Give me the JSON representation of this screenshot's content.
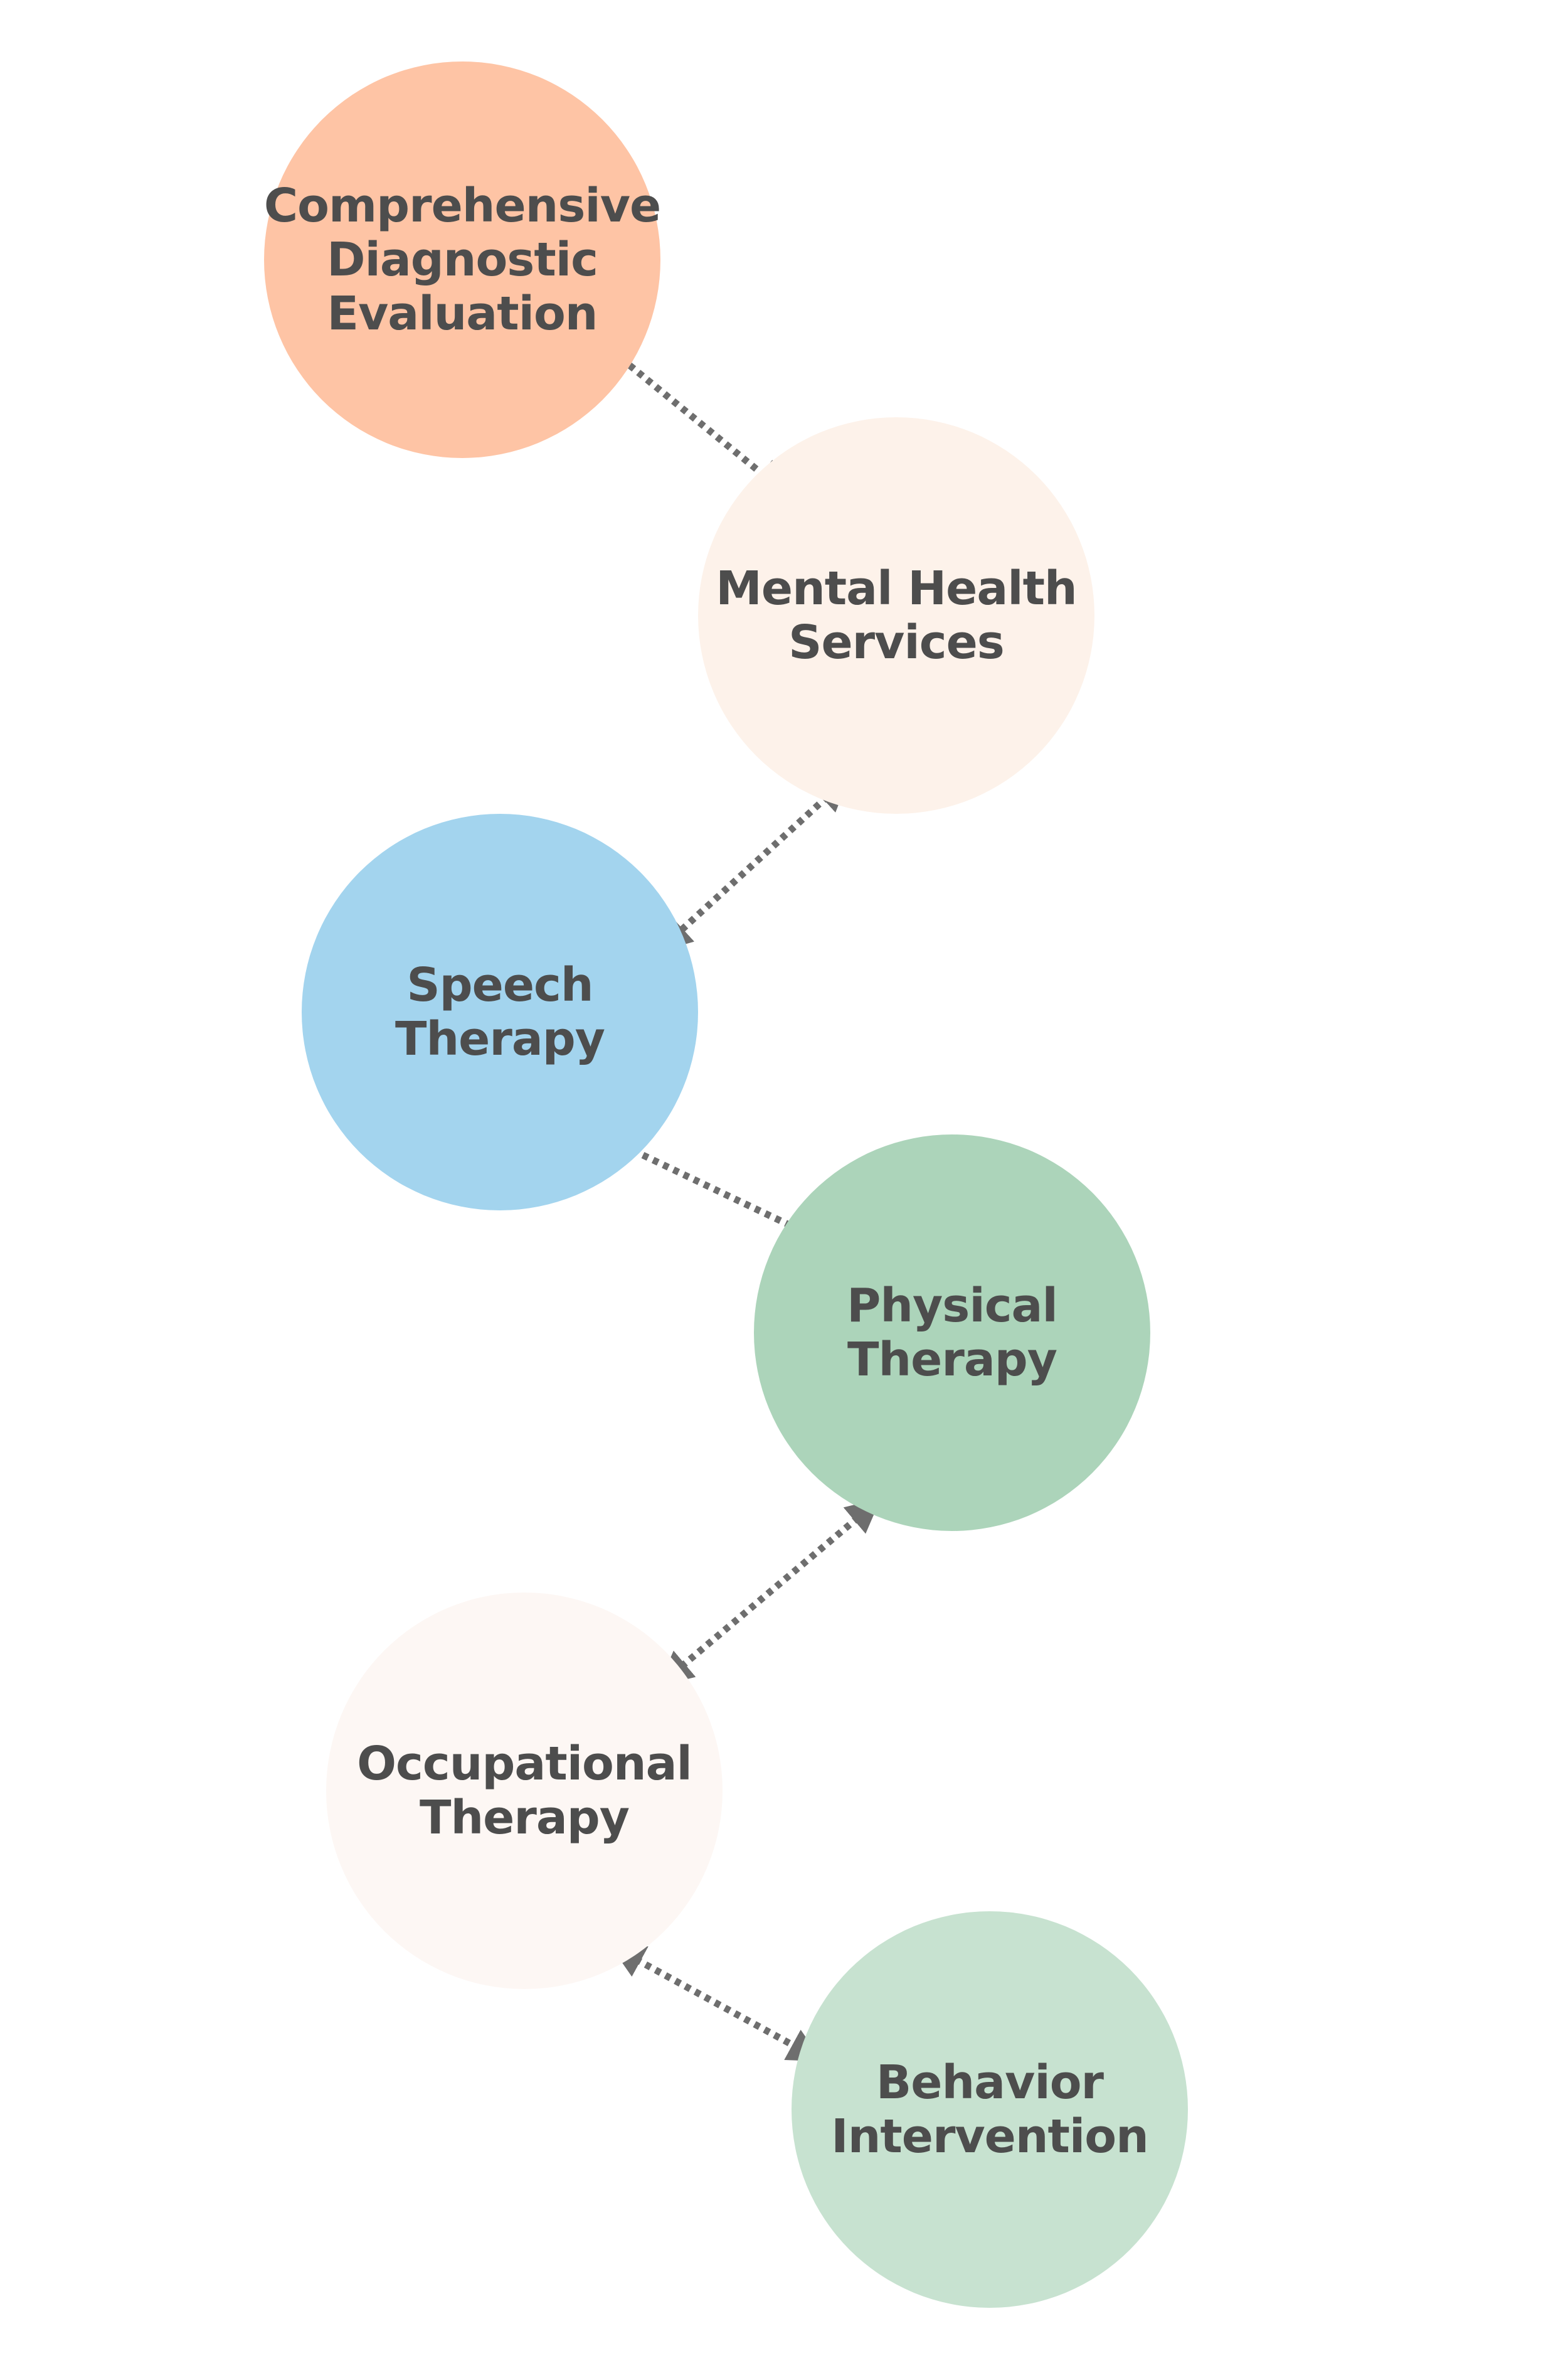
{
  "diagram": {
    "nodes": [
      {
        "id": "comprehensive-diagnostic-evaluation",
        "label": "Comprehensive\nDiagnostic\nEvaluation",
        "color": "#FEC4A5"
      },
      {
        "id": "mental-health-services",
        "label": "Mental Health\nServices",
        "color": "#FDF2EA"
      },
      {
        "id": "speech-therapy",
        "label": "Speech\nTherapy",
        "color": "#A3D4EE"
      },
      {
        "id": "physical-therapy",
        "label": "Physical\nTherapy",
        "color": "#ACD4BA"
      },
      {
        "id": "occupational-therapy",
        "label": "Occupational\nTherapy",
        "color": "#FDF7F4"
      },
      {
        "id": "behavior-intervention",
        "label": "Behavior\nIntervention",
        "color": "#C7E2D0"
      }
    ],
    "connectors": [
      {
        "from": "comprehensive-diagnostic-evaluation",
        "to": "mental-health-services",
        "style": "dotted",
        "arrows": "both"
      },
      {
        "from": "mental-health-services",
        "to": "speech-therapy",
        "style": "dotted",
        "arrows": "both"
      },
      {
        "from": "speech-therapy",
        "to": "physical-therapy",
        "style": "dotted",
        "arrows": "both"
      },
      {
        "from": "physical-therapy",
        "to": "occupational-therapy",
        "style": "dotted",
        "arrows": "both"
      },
      {
        "from": "occupational-therapy",
        "to": "behavior-intervention",
        "style": "dotted",
        "arrows": "both"
      }
    ],
    "text_color": "#4D4D4D",
    "connector_color": "#6E6E6E"
  }
}
